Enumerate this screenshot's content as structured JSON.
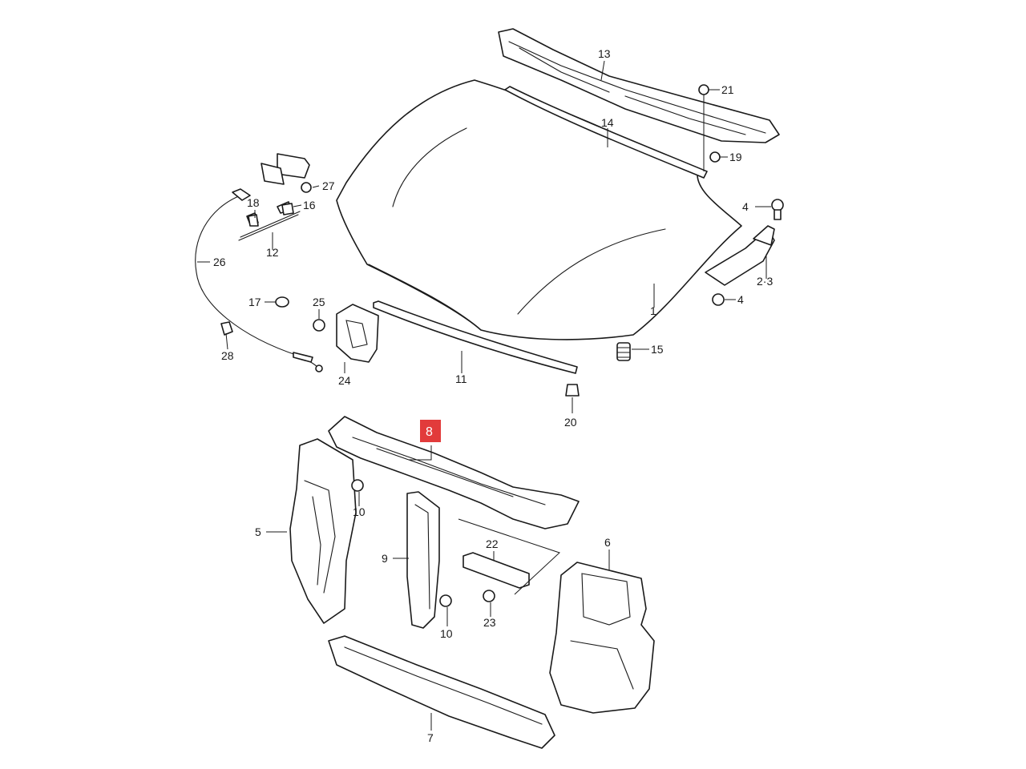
{
  "highlight": {
    "label": "8",
    "color": "#e23b3b"
  },
  "callouts": {
    "c1": "1",
    "c2_3": "2·3",
    "c4a": "4",
    "c4b": "4",
    "c5": "5",
    "c6": "6",
    "c7": "7",
    "c9": "9",
    "c10a": "10",
    "c10b": "10",
    "c11": "11",
    "c12": "12",
    "c13": "13",
    "c14": "14",
    "c15": "15",
    "c16": "16",
    "c17": "17",
    "c18": "18",
    "c19": "19",
    "c20": "20",
    "c21": "21",
    "c22": "22",
    "c23": "23",
    "c24": "24",
    "c25": "25",
    "c26": "26",
    "c27": "27",
    "c28": "28"
  }
}
